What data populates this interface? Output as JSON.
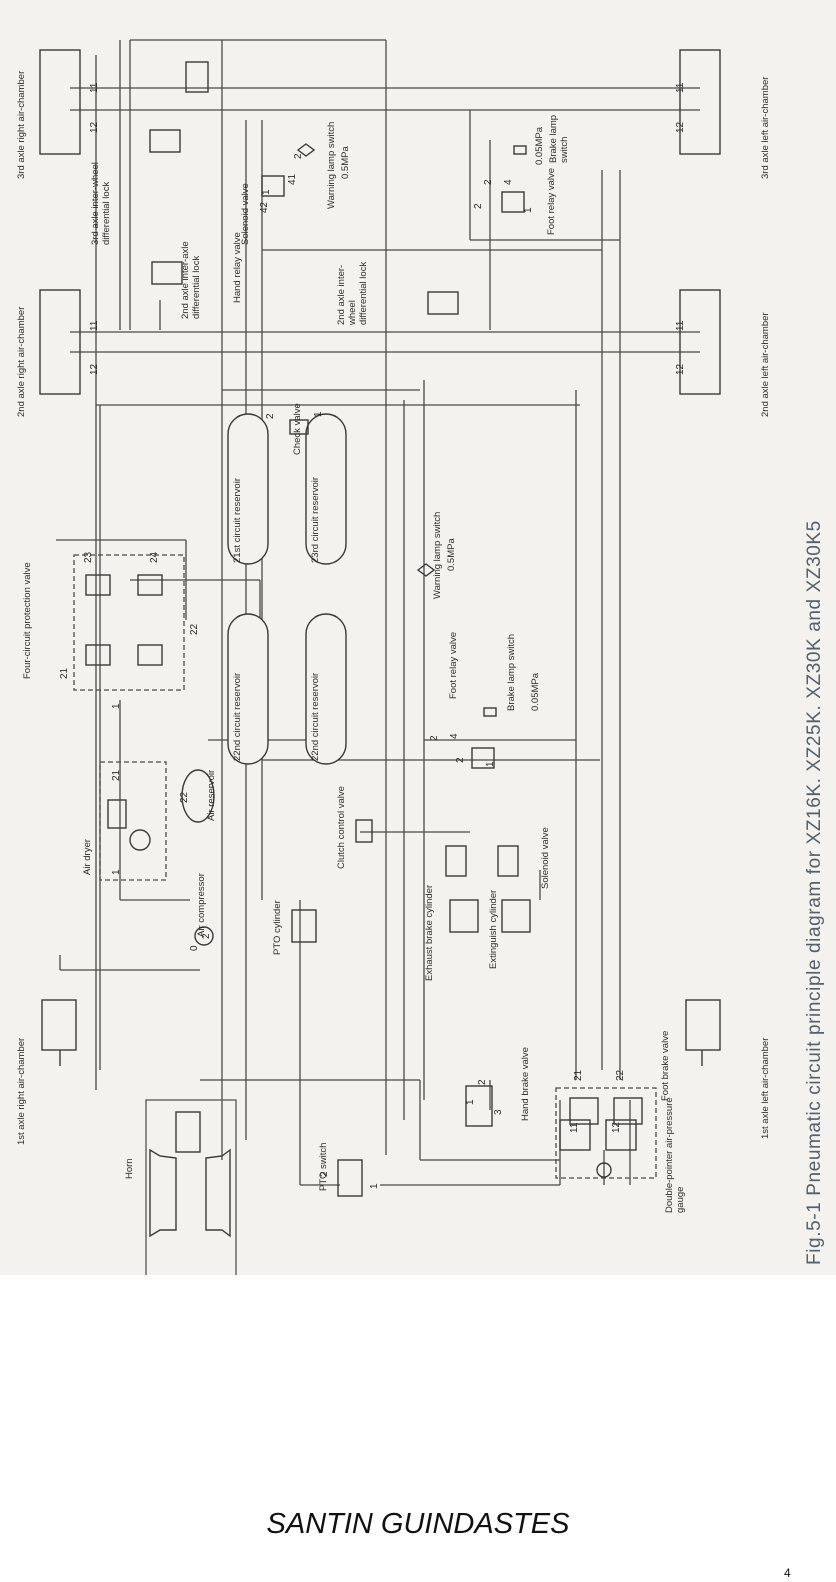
{
  "figure": {
    "caption": "Fig.5-1 Pneumatic circuit principle diagram for XZ16K. XZ25K. XZ30K and XZ30K5",
    "labels": {
      "air_compressor": "Air compressor",
      "air_dryer": "Air dryer",
      "air_reservoir": "Air reservoir",
      "four_circuit_protection_valve": "Four-circuit protection valve",
      "circuit_reservoir_21": "21st circuit reservoir",
      "circuit_reservoir_23": "23rd circuit reservoir",
      "circuit_reservoir_22a": "22nd circuit reservoir",
      "circuit_reservoir_22b": "22nd circuit reservoir",
      "check_valve": "Check valve",
      "warning_lamp_switch_mid": "Warning lamp switch",
      "warning_lamp_switch_mid_pressure": "0.5MPa",
      "warning_lamp_switch_top": "Warning lamp switch",
      "warning_lamp_switch_top_pressure": "0.5MPa",
      "foot_relay_valve_mid": "Foot relay valve",
      "brake_lamp_switch_mid": "Brake lamp switch",
      "brake_lamp_switch_mid_pressure": "0.05MPa",
      "foot_relay_valve_top": "Foot relay valve",
      "brake_lamp_switch_top": "Brake lamp switch",
      "brake_lamp_switch_top_pressure": "0.05MPa",
      "clutch_control_valve": "Clutch control valve",
      "exhaust_brake_cylinder": "Exhaust brake cylinder",
      "extinguish_cylinder": "Extinguish cylinder",
      "solenoid_valve_bottom": "Solenoid valve",
      "solenoid_valve_top": "Solenoid valve",
      "pto_cylinder": "PTO cylinder",
      "pto_switch": "PTO switch",
      "horn": "Horn",
      "hand_brake_valve": "Hand brake valve",
      "foot_brake_valve": "Foot brake valve",
      "double_pointer_gauge": "Double-pointer air-pressure gauge",
      "hand_relay_valve": "Hand relay valve",
      "diff_lock_2nd_inter_axle": "2nd axle inter-axle differential lock",
      "diff_lock_2nd_inter_wheel": "2nd axle inter-wheel differential lock",
      "diff_lock_3rd_inter_wheel": "3rd axle inter-wheel differential lock",
      "chamber_1st_right": "1st axle right air-chamber",
      "chamber_1st_left": "1st axle left air-chamber",
      "chamber_2nd_right": "2nd axle right air-chamber",
      "chamber_2nd_left": "2nd axle left air-chamber",
      "chamber_3rd_right": "3rd axle right air-chamber",
      "chamber_3rd_left": "3rd axle left air-chamber"
    },
    "ports": [
      "0",
      "2",
      "1",
      "21",
      "22",
      "1",
      "21",
      "23",
      "24",
      "22",
      "2",
      "1",
      "2",
      "4",
      "2",
      "1",
      "2",
      "1",
      "3",
      "21",
      "22",
      "11",
      "12",
      "2",
      "1",
      "11",
      "12",
      "11",
      "12",
      "11",
      "12",
      "11",
      "12",
      "42",
      "41",
      "1",
      "2",
      "2",
      "2",
      "4",
      "1"
    ]
  },
  "footer": {
    "brand": "SANTIN GUINDASTES",
    "page_number": "4"
  }
}
